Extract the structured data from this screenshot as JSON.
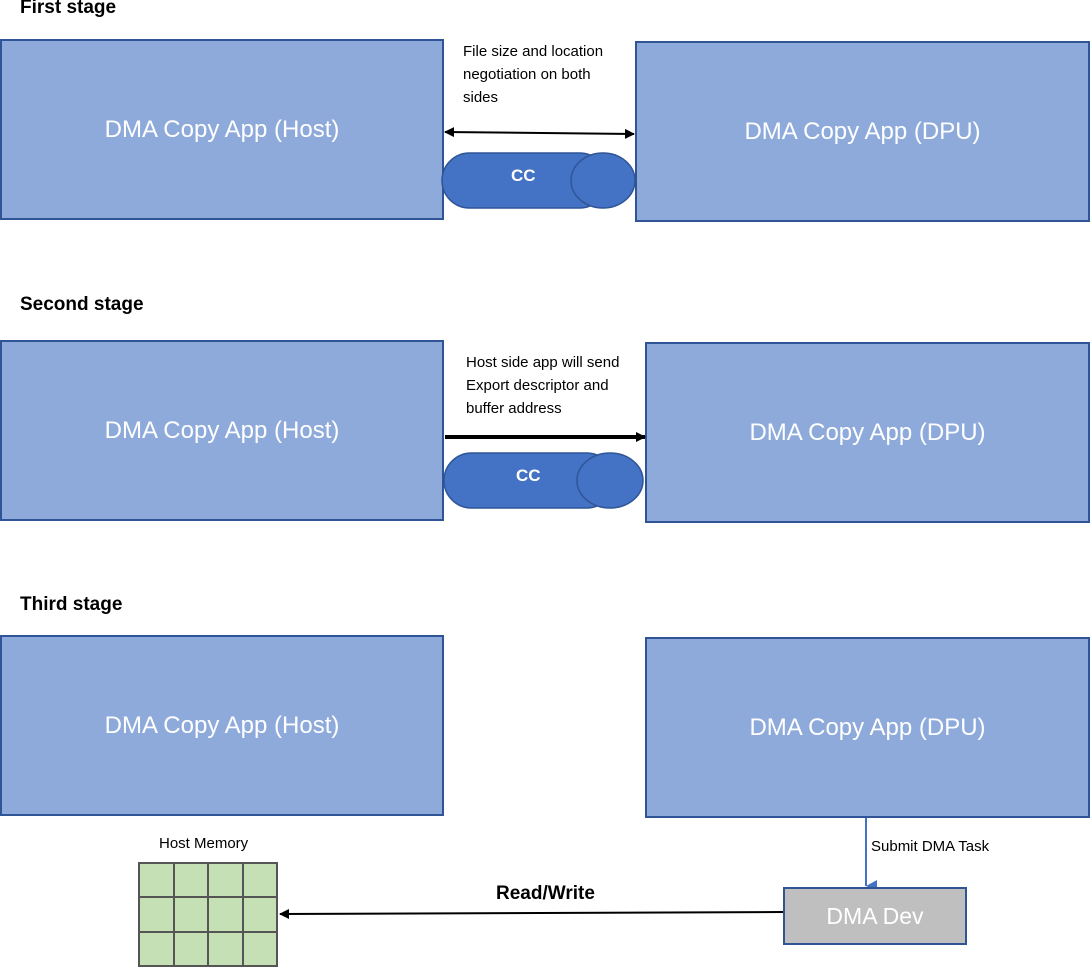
{
  "stages": {
    "first": "First stage",
    "second": "Second stage",
    "third": "Third stage"
  },
  "host_app": "DMA Copy App (Host)",
  "dpu_app": "DMA Copy App (DPU)",
  "cc_label": "CC",
  "notes": {
    "first": "File size and location negotiation on both sides",
    "second": "Host side app will send Export descriptor and buffer address",
    "submit": "Submit DMA Task",
    "read_write": "Read/Write"
  },
  "host_memory_label": "Host Memory",
  "dma_dev_label": "DMA Dev",
  "colors": {
    "box_fill": "#8eaadb",
    "box_border": "#2f5597",
    "cc_fill": "#4472c4",
    "memory_fill": "#c5e0b4",
    "dev_fill": "#bfbfbf"
  }
}
